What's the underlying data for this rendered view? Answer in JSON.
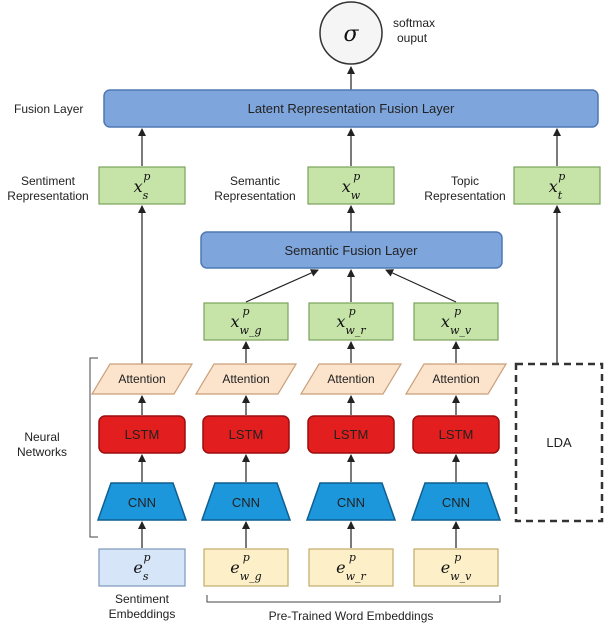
{
  "colors": {
    "fusion": "#7fa6dc",
    "fusion_stroke": "#4f78b3",
    "green": "#c6e3a8",
    "green_stroke": "#7aa25a",
    "lstm": "#e31e1e",
    "lstm_stroke": "#9c0d0d",
    "cnn": "#1d97dc",
    "cnn_stroke": "#0f5f91",
    "attention": "#fbe3cc",
    "attention_stroke": "#c99f78",
    "senti_emb": "#d6e6f8",
    "senti_emb_stroke": "#7c98bc",
    "word_emb": "#fdf0c8",
    "word_emb_stroke": "#c2ab6a",
    "lda_stroke": "#333333"
  },
  "softmax": {
    "symbol": "σ",
    "label_line1": "softmax",
    "label_line2": "ouput"
  },
  "fusion_layer": {
    "side_label": "Fusion Layer",
    "title": "Latent Representation Fusion Layer"
  },
  "semantic_fusion": {
    "title": "Semantic Fusion Layer"
  },
  "representations": {
    "sentiment": {
      "label_line1": "Sentiment",
      "label_line2": "Representation",
      "var": "x",
      "sub": "s",
      "sup": "p"
    },
    "semantic": {
      "label_line1": "Semantic",
      "label_line2": "Representation",
      "var": "x",
      "sub": "w",
      "sup": "p"
    },
    "topic": {
      "label_line1": "Topic",
      "label_line2": "Representation",
      "var": "x",
      "sub": "t",
      "sup": "p"
    }
  },
  "semantic_sub": [
    {
      "var": "x",
      "sub": "w_g",
      "sup": "p"
    },
    {
      "var": "x",
      "sub": "w_r",
      "sup": "p"
    },
    {
      "var": "x",
      "sub": "w_v",
      "sup": "p"
    }
  ],
  "neural_networks": {
    "label_line1": "Neural",
    "label_line2": "Networks",
    "attention": "Attention",
    "lstm": "LSTM",
    "cnn": "CNN"
  },
  "lda": {
    "label": "LDA"
  },
  "embeddings": {
    "sentiment": {
      "var": "e",
      "sub": "s",
      "sup": "p",
      "label_line1": "Sentiment",
      "label_line2": "Embeddings"
    },
    "words": [
      {
        "var": "e",
        "sub": "w_g",
        "sup": "p"
      },
      {
        "var": "e",
        "sub": "w_r",
        "sup": "p"
      },
      {
        "var": "e",
        "sub": "w_v",
        "sup": "p"
      }
    ],
    "pretrained_label": "Pre-Trained Word Embeddings"
  }
}
